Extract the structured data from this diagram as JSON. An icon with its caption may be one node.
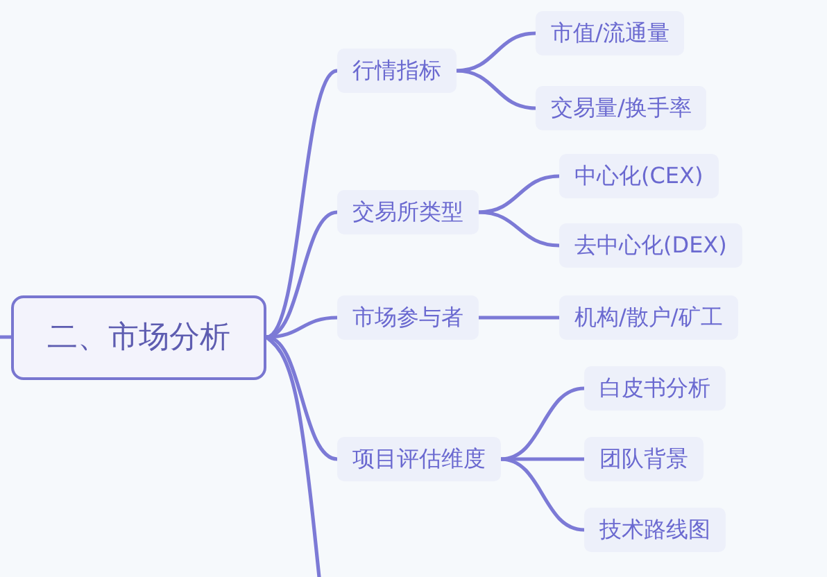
{
  "diagram": {
    "nodes": [
      {
        "text": [
          "二、市场分析"
        ]
      },
      {
        "text": [
          "行情指标"
        ]
      },
      {
        "text": [
          "市值/流通量"
        ]
      },
      {
        "text": [
          "交易量/换手率"
        ]
      },
      {
        "text": [
          "交易所类型"
        ]
      },
      {
        "text": [
          "中心化(CEX)"
        ]
      },
      {
        "text": [
          "去中心化(DEX)"
        ]
      },
      {
        "text": [
          "市场参与者"
        ]
      },
      {
        "text": [
          "机构/散户/矿工"
        ]
      },
      {
        "text": [
          "项目评估维度"
        ]
      },
      {
        "text": [
          "白皮书分析"
        ]
      },
      {
        "text": [
          "团队背景"
        ]
      },
      {
        "text": [
          "技术路线图"
        ]
      }
    ],
    "edges": [
      {
        "from": null,
        "to": 0,
        "arrow": "none"
      },
      {
        "from": 0,
        "to": 1,
        "arrow": "none"
      },
      {
        "from": 0,
        "to": 4,
        "arrow": "none"
      },
      {
        "from": 0,
        "to": 7,
        "arrow": "none"
      },
      {
        "from": 0,
        "to": 9,
        "arrow": "none"
      },
      {
        "from": 0,
        "to": null,
        "arrow": "none"
      },
      {
        "from": 1,
        "to": 2,
        "arrow": "none"
      },
      {
        "from": 1,
        "to": 3,
        "arrow": "none"
      },
      {
        "from": 4,
        "to": 5,
        "arrow": "none"
      },
      {
        "from": 4,
        "to": 6,
        "arrow": "none"
      },
      {
        "from": 7,
        "to": 8,
        "arrow": "none"
      },
      {
        "from": 9,
        "to": 10,
        "arrow": "none"
      },
      {
        "from": 9,
        "to": 11,
        "arrow": "none"
      },
      {
        "from": 9,
        "to": 12,
        "arrow": "none"
      }
    ]
  }
}
